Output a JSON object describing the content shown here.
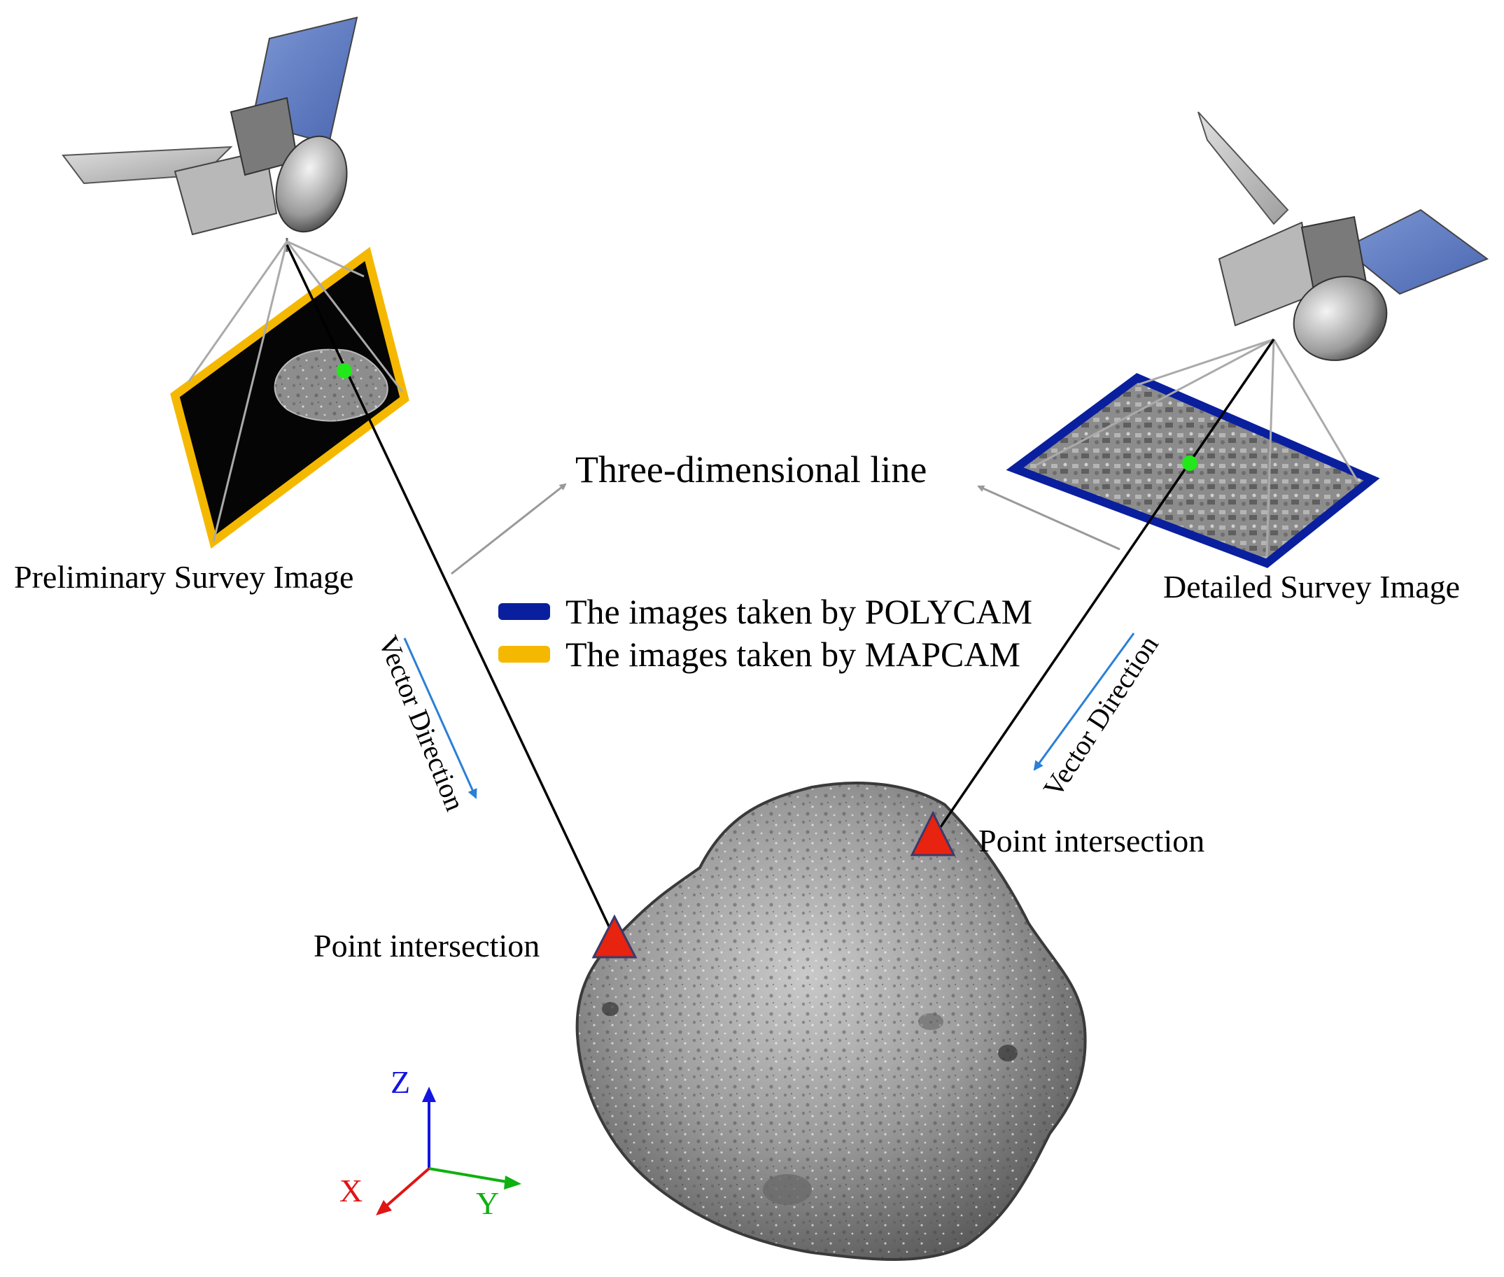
{
  "labels": {
    "three_d_line": "Three-dimensional line",
    "preliminary_image": "Preliminary Survey Image",
    "detailed_image": "Detailed Survey Image",
    "vector_direction_left": "Vector Direction",
    "vector_direction_right": "Vector Direction",
    "point_intersection_left": "Point intersection",
    "point_intersection_right": "Point intersection"
  },
  "legend": [
    {
      "label": "The images taken by POLYCAM",
      "color": "#0a1f9e"
    },
    {
      "label": "The images taken by MAPCAM",
      "color": "#f5b800"
    }
  ],
  "axes": {
    "z": "Z",
    "x": "X",
    "y": "Y"
  },
  "colors": {
    "mapcam_frame": "#f5b800",
    "polycam_frame": "#0a1f9e",
    "intersection_marker": "#e8230f",
    "image_point": "#22e81a",
    "vector_arrow": "#2a7fd6",
    "pointer_arrow": "#999999",
    "axis_x": "#e01515",
    "axis_y": "#10b010",
    "axis_z": "#1515e0"
  },
  "icons": [
    "spacecraft-icon",
    "asteroid-icon",
    "intersection-triangle-icon"
  ]
}
